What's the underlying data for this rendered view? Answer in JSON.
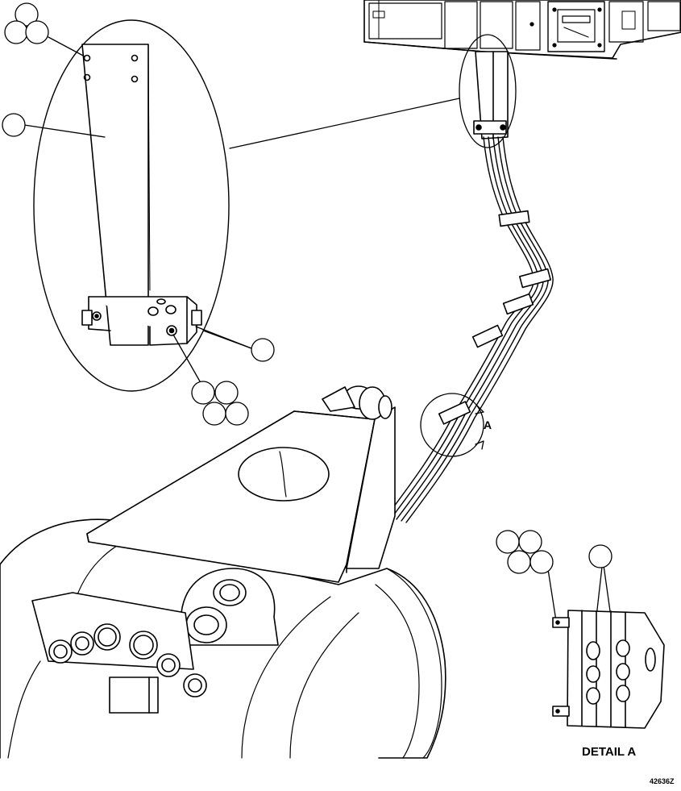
{
  "labels": {
    "detail_caption": "DETAIL A",
    "detail_marker": "A",
    "figure_number": "42636Z"
  },
  "colors": {
    "line": "#000000",
    "background": "#ffffff"
  },
  "callout_balloons": {
    "note": "blank index balloons; no item numbers are printed"
  }
}
